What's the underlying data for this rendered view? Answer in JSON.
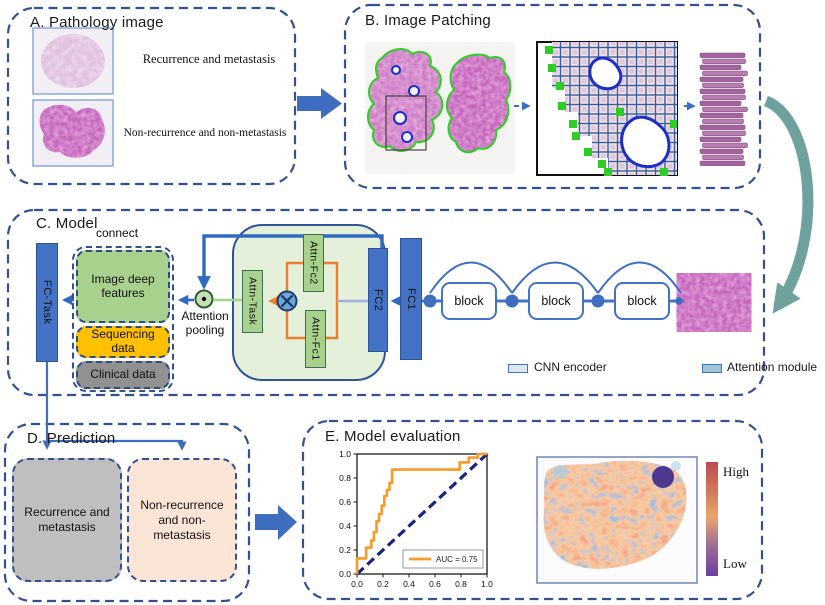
{
  "panels": {
    "a": {
      "title": "A. Pathology image",
      "label_top": "Recurrence and metastasis",
      "label_bottom": "Non-recurrence and non-metastasis"
    },
    "b": {
      "title": "B. Image Patching"
    },
    "c": {
      "title": "C. Model",
      "connect_label": "connect",
      "fc_task_label": "FC-Task",
      "image_deep_features": "Image deep features",
      "sequencing_data": "Sequencing data",
      "clinical_data": "Clinical data",
      "attention_pooling": "Attention pooling",
      "attn_task": "Attn-Task",
      "attn_fc2": "Attn-Fc2",
      "attn_fc1": "Attn-Fc1",
      "fc2_label": "FC2",
      "fc1_label": "FC1",
      "block_label": "block",
      "legend": [
        {
          "label": "CNN encoder",
          "color": "#dbe8f4"
        },
        {
          "label": "Attention module",
          "color": "#9fc5d8"
        }
      ]
    },
    "d": {
      "title": "D. Prediction",
      "box_left": "Recurrence and metastasis",
      "box_right": "Non-recurrence and non-metastasis"
    },
    "e": {
      "title": "E. Model evaluation",
      "colorbar_high": "High",
      "colorbar_low": "Low"
    }
  },
  "chart_data": {
    "type": "line",
    "title": "",
    "xlabel": "",
    "ylabel": "",
    "xlim": [
      0,
      1
    ],
    "ylim": [
      0,
      1
    ],
    "xticks": [
      0.0,
      0.2,
      0.4,
      0.6,
      0.8,
      1.0
    ],
    "yticks": [
      0.0,
      0.2,
      0.4,
      0.6,
      0.8,
      1.0
    ],
    "grid": false,
    "legend_position": "lower right",
    "legend": [
      {
        "label": "AUC = 0.75",
        "color": "#f79a28"
      }
    ],
    "series": [
      {
        "name": "chance diagonal",
        "color": "#1a237e",
        "style": "dashed",
        "x": [
          0,
          1
        ],
        "y": [
          0,
          1
        ]
      },
      {
        "name": "ROC curve",
        "color": "#f79a28",
        "style": "solid",
        "x": [
          0,
          0,
          0.07,
          0.07,
          0.11,
          0.11,
          0.13,
          0.13,
          0.15,
          0.15,
          0.17,
          0.17,
          0.19,
          0.19,
          0.21,
          0.21,
          0.23,
          0.23,
          0.25,
          0.25,
          0.27,
          0.27,
          0.79,
          0.79,
          0.86,
          0.86,
          0.93,
          0.93,
          1.0
        ],
        "y": [
          0,
          0.13,
          0.13,
          0.22,
          0.22,
          0.28,
          0.28,
          0.35,
          0.35,
          0.44,
          0.44,
          0.5,
          0.5,
          0.57,
          0.57,
          0.65,
          0.65,
          0.7,
          0.7,
          0.76,
          0.76,
          0.87,
          0.87,
          0.93,
          0.93,
          0.97,
          0.97,
          1.0,
          1.0
        ]
      }
    ]
  },
  "colors": {
    "panel_border": "#33508f",
    "bar_blue": "#4472c4",
    "arrow_blue": "#3f6ec0",
    "deep_blue_line": "#2e6bc0",
    "accent_orange": "#ed7d31",
    "module_bg_green": "#e4f0da",
    "box_green": "#a9d18e",
    "sequencing_yellow": "#ffc000",
    "clinical_gray": "#919191",
    "prediction_gray": "#bfbfbf",
    "prediction_peach": "#fbe5d6",
    "teal_arrow": "#6fa29e",
    "roc_orange": "#f79a28",
    "roc_diagonal_navy": "#1a237e",
    "heat_high": "#bf4b4f",
    "heat_low": "#6b3fa2"
  }
}
